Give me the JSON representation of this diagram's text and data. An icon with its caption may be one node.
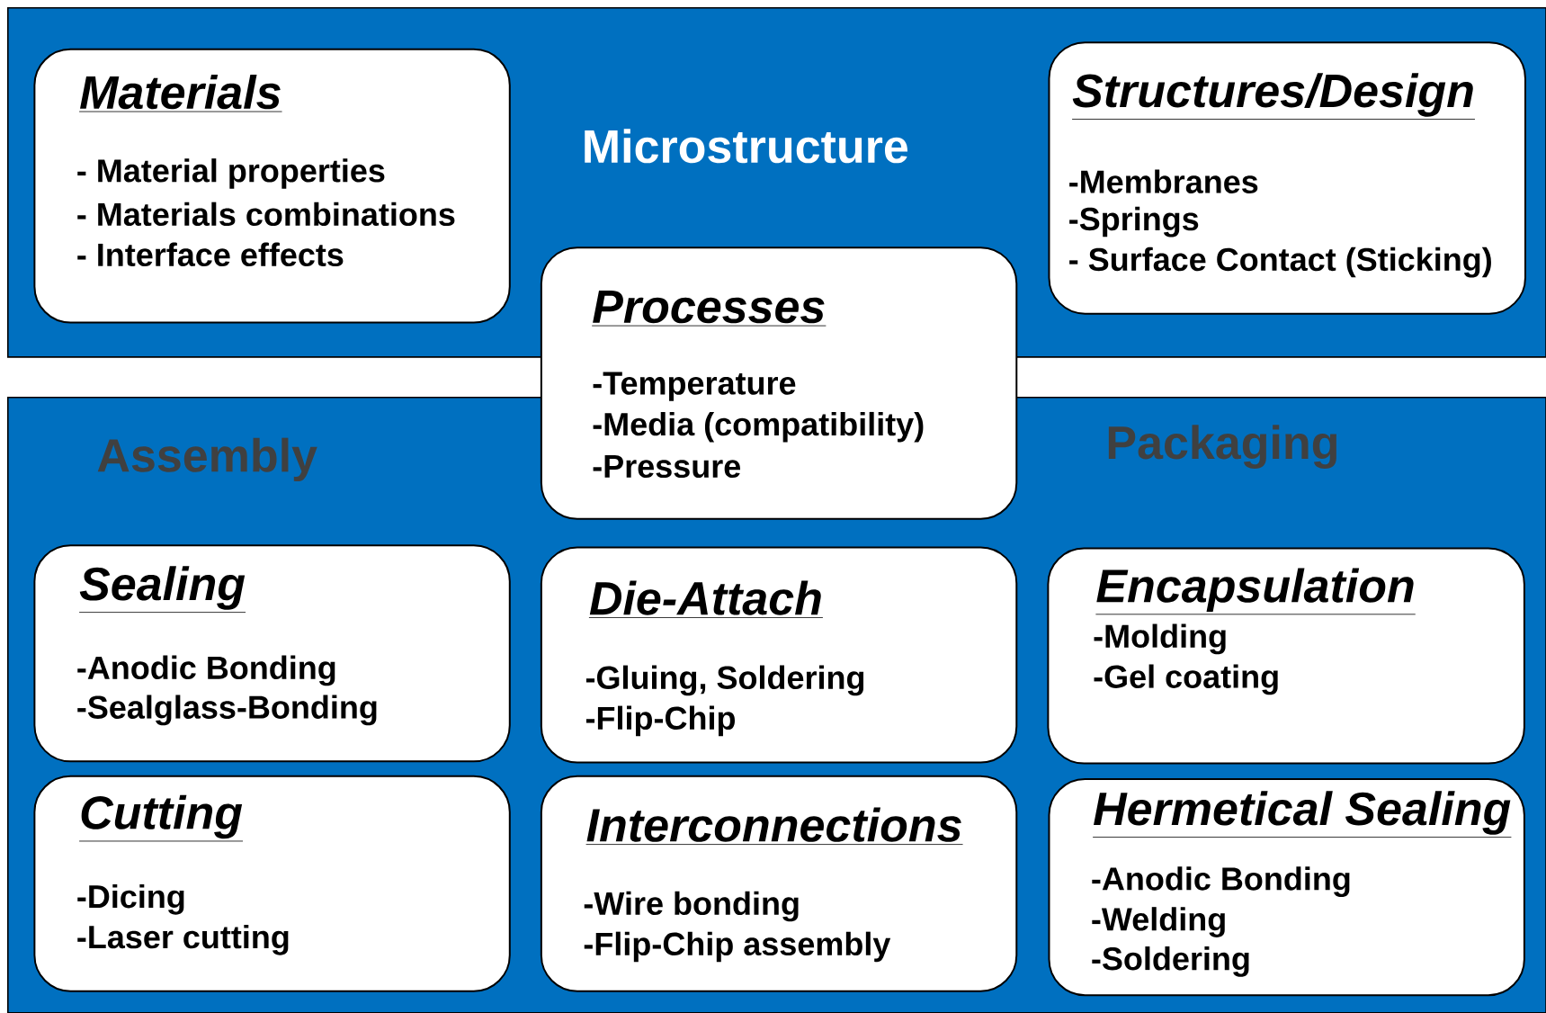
{
  "diagram": {
    "nodes": [
      {
        "text": [
          "Microstructure"
        ]
      },
      {
        "text": [
          "Materials",
          "- Material properties",
          "- Materials combinations",
          "- Interface effects"
        ],
        "in": 0
      },
      {
        "text": [
          "Structures/Design",
          "-Membranes",
          "-Springs",
          "- Surface Contact (Sticking)"
        ],
        "in": 0
      },
      {
        "text": [
          "Processes",
          "-Temperature",
          "-Media (compatibility)",
          "-Pressure"
        ]
      },
      {
        "text": [
          "Assembly",
          "Packaging"
        ]
      },
      {
        "text": [
          "Sealing",
          "-Anodic Bonding",
          "-Sealglass-Bonding"
        ],
        "in": 4
      },
      {
        "text": [
          "Die-Attach",
          "-Gluing, Soldering",
          "-Flip-Chip"
        ],
        "in": 4
      },
      {
        "text": [
          "Encapsulation",
          "-Molding",
          "-Gel coating"
        ],
        "in": 4
      },
      {
        "text": [
          "Cutting",
          "-Dicing",
          "-Laser cutting"
        ],
        "in": 4
      },
      {
        "text": [
          "Interconnections",
          "-Wire bonding",
          "-Flip-Chip assembly"
        ],
        "in": 4
      },
      {
        "text": [
          "Hermetical Sealing",
          "-Anodic Bonding",
          "-Welding",
          "-Soldering"
        ],
        "in": 4
      }
    ]
  }
}
